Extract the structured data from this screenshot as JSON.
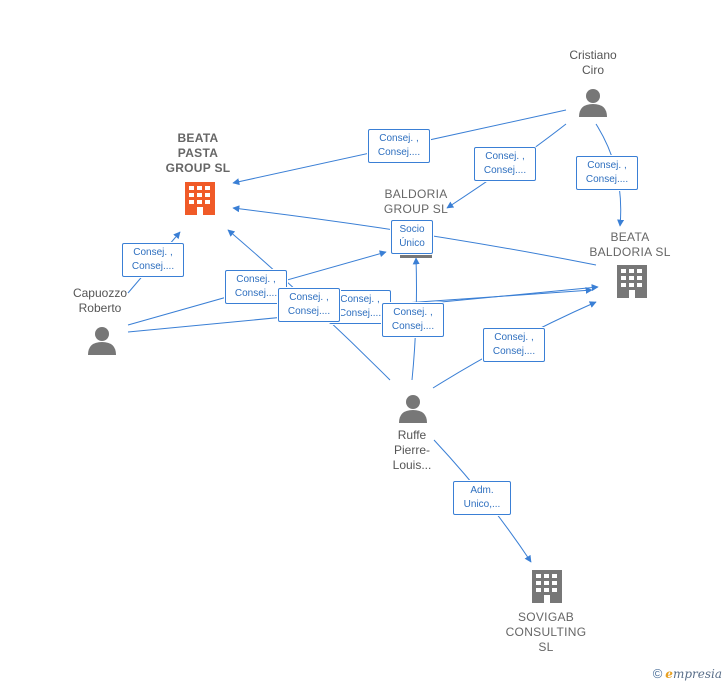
{
  "nodes": {
    "beata_pasta": {
      "lines": [
        "BEATA",
        "PASTA",
        "GROUP  SL"
      ],
      "kind": "company",
      "color": "#f05a28"
    },
    "baldoria_group": {
      "lines": [
        "BALDORIA",
        "GROUP  SL"
      ],
      "kind": "company",
      "color": "#777777"
    },
    "beata_baldoria": {
      "lines": [
        "BEATA",
        "BALDORIA  SL"
      ],
      "kind": "company",
      "color": "#777777"
    },
    "sovigab": {
      "lines": [
        "SOVIGAB",
        "CONSULTING",
        "SL"
      ],
      "kind": "company",
      "color": "#777777"
    },
    "cristiano": {
      "lines": [
        "Cristiano",
        "Ciro"
      ],
      "kind": "person",
      "color": "#777777"
    },
    "capuozzo": {
      "lines": [
        "Capuozzo",
        "Roberto"
      ],
      "kind": "person",
      "color": "#777777"
    },
    "ruffe": {
      "lines": [
        "Ruffe",
        "Pierre-",
        "Louis..."
      ],
      "kind": "person",
      "color": "#777777"
    }
  },
  "edge_labels": {
    "e1": [
      "Consej. ,",
      "Consej...."
    ],
    "e2": [
      "Consej. ,",
      "Consej...."
    ],
    "e3": [
      "Consej. ,",
      "Consej...."
    ],
    "e4": [
      "Consej. ,",
      "Consej...."
    ],
    "e5": [
      "Consej. ,",
      "Consej...."
    ],
    "e6": [
      "Consej. ,",
      "Consej...."
    ],
    "e7": [
      "Consej. ,",
      "Consej...."
    ],
    "e8": [
      "Consej. ,",
      "Consej...."
    ],
    "e9": [
      "Consej. ,",
      "Consej...."
    ],
    "e10": [
      "Socio",
      "Único"
    ],
    "e11": [
      "Adm.",
      "Unico,..."
    ]
  },
  "colors": {
    "edge": "#3a7fd5",
    "label_text": "#2e6fbf"
  },
  "brand": {
    "copyright": "©",
    "e": "e",
    "rest": "mpresia"
  }
}
